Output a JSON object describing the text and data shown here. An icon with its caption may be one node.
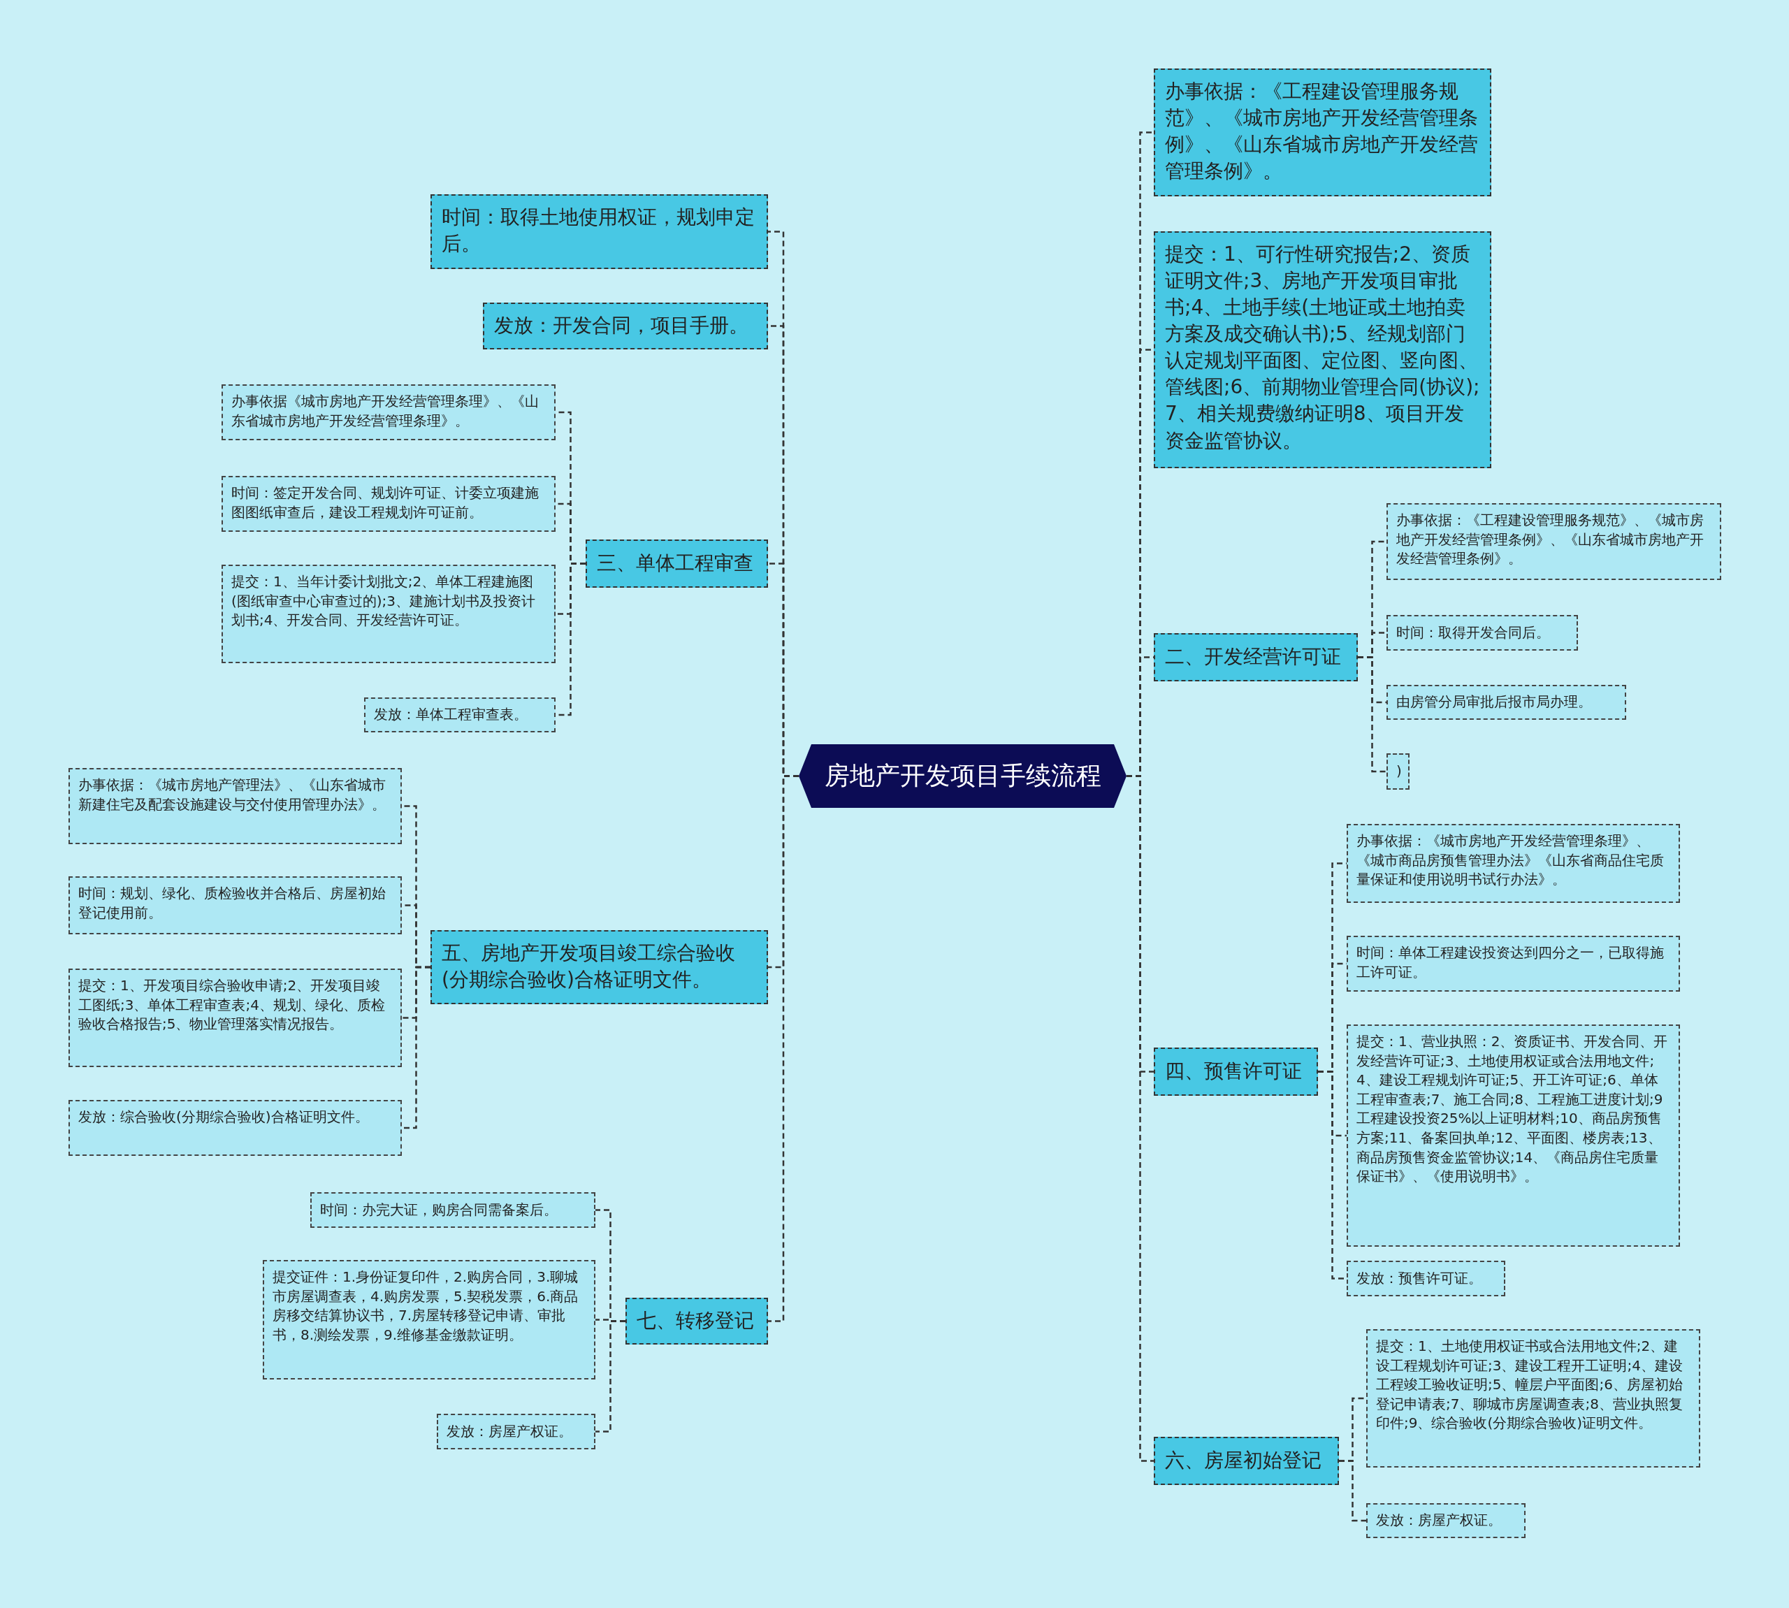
{
  "diagram": {
    "nodes": [
      {
        "text": [
          "房地产开发项目手续流程"
        ]
      },
      {
        "text": [
          "时间：取得土地使用权证，规划申定后。"
        ]
      },
      {
        "text": [
          "发放：开发合同，项目手册。"
        ]
      },
      {
        "text": [
          "三、单体工程审查"
        ]
      },
      {
        "text": [
          "办事依据《城市房地产开发经营管理条理》、《山东省城市房地产开发经营管理条理》。"
        ]
      },
      {
        "text": [
          "时间：签定开发合同、规划许可证、计委立项建施图图纸审查后，建设工程规划许可证前。"
        ]
      },
      {
        "text": [
          "提交：1、当年计委计划批文;2、单体工程建施图(图纸审查中心审查过的);3、建施计划书及投资计划书;4、开发合同、开发经营许可证。"
        ]
      },
      {
        "text": [
          "发放：单体工程审查表。"
        ]
      },
      {
        "text": [
          "五、房地产开发项目竣工综合验收(分期综合验收)合格证明文件。"
        ]
      },
      {
        "text": [
          "办事依据：《城市房地产管理法》、《山东省城市新建住宅及配套设施建设与交付使用管理办法》。"
        ]
      },
      {
        "text": [
          "时间：规划、绿化、质检验收并合格后、房屋初始登记使用前。"
        ]
      },
      {
        "text": [
          "提交：1、开发项目综合验收申请;2、开发项目竣工图纸;3、单体工程审查表;4、规划、绿化、质检验收合格报告;5、物业管理落实情况报告。"
        ]
      },
      {
        "text": [
          "发放：综合验收(分期综合验收)合格证明文件。"
        ]
      },
      {
        "text": [
          "七、转移登记"
        ]
      },
      {
        "text": [
          "时间：办完大证，购房合同需备案后。"
        ]
      },
      {
        "text": [
          "提交证件：1.身份证复印件，2.购房合同，3.聊城市房屋调查表，4.购房发票，5.契税发票，6.商品房移交结算协议书，7.房屋转移登记申请、审批书，8.测绘发票，9.维修基金缴款证明。"
        ]
      },
      {
        "text": [
          "发放：房屋产权证。"
        ]
      },
      {
        "text": [
          "办事依据：《工程建设管理服务规范》、《城市房地产开发经营管理条例》、《山东省城市房地产开发经营管理条例》。"
        ]
      },
      {
        "text": [
          "提交：1、可行性研究报告;2、资质证明文件;3、房地产开发项目审批书;4、土地手续(土地证或土地拍卖方案及成交确认书);5、经规划部门认定规划平面图、定位图、竖向图、管线图;6、前期物业管理合同(协议);7、相关规费缴纳证明8、项目开发资金监管协议。"
        ]
      },
      {
        "text": [
          "二、开发经营许可证"
        ]
      },
      {
        "text": [
          "办事依据：《工程建设管理服务规范》、《城市房地产开发经营管理条例》、《山东省城市房地产开发经营管理条例》。"
        ]
      },
      {
        "text": [
          "时间：取得开发合同后。"
        ]
      },
      {
        "text": [
          "由房管分局审批后报市局办理。"
        ]
      },
      {
        "text": [
          ")"
        ]
      },
      {
        "text": [
          "四、预售许可证"
        ]
      },
      {
        "text": [
          "办事依据：《城市房地产开发经营管理条理》、《城市商品房预售管理办法》《山东省商品住宅质量保证和使用说明书试行办法》。"
        ]
      },
      {
        "text": [
          "时间：单体工程建设投资达到四分之一，已取得施工许可证。"
        ]
      },
      {
        "text": [
          "提交：1、营业执照：2、资质证书、开发合同、开发经营许可证;3、土地使用权证或合法用地文件;4、建设工程规划许可证;5、开工许可证;6、单体工程审查表;7、施工合同;8、工程施工进度计划;9工程建设投资25%以上证明材料;10、商品房预售方案;11、备案回执单;12、平面图、楼房表;13、商品房预售资金监管协议;14、《商品房住宅质量保证书》、《使用说明书》。"
        ]
      },
      {
        "text": [
          "发放：预售许可证。"
        ]
      },
      {
        "text": [
          "六、房屋初始登记"
        ]
      },
      {
        "text": [
          "提交：1、土地使用权证书或合法用地文件;2、建设工程规划许可证;3、建设工程开工证明;4、建设工程竣工验收证明;5、幢层户平面图;6、房屋初始登记申请表;7、聊城市房屋调查表;8、营业执照复印件;9、综合验收(分期综合验收)证明文件。"
        ]
      },
      {
        "text": [
          "发放：房屋产权证。"
        ]
      }
    ],
    "edges": [
      {
        "from": 0,
        "to": 1,
        "arrow": "none"
      },
      {
        "from": 0,
        "to": 2,
        "arrow": "none"
      },
      {
        "from": 0,
        "to": 3,
        "arrow": "none"
      },
      {
        "from": 3,
        "to": 4,
        "arrow": "none"
      },
      {
        "from": 3,
        "to": 5,
        "arrow": "none"
      },
      {
        "from": 3,
        "to": 6,
        "arrow": "none"
      },
      {
        "from": 3,
        "to": 7,
        "arrow": "none"
      },
      {
        "from": 0,
        "to": 8,
        "arrow": "none"
      },
      {
        "from": 8,
        "to": 9,
        "arrow": "none"
      },
      {
        "from": 8,
        "to": 10,
        "arrow": "none"
      },
      {
        "from": 8,
        "to": 11,
        "arrow": "none"
      },
      {
        "from": 8,
        "to": 12,
        "arrow": "none"
      },
      {
        "from": 0,
        "to": 13,
        "arrow": "none"
      },
      {
        "from": 13,
        "to": 14,
        "arrow": "none"
      },
      {
        "from": 13,
        "to": 15,
        "arrow": "none"
      },
      {
        "from": 13,
        "to": 16,
        "arrow": "none"
      },
      {
        "from": 0,
        "to": 17,
        "arrow": "none"
      },
      {
        "from": 0,
        "to": 18,
        "arrow": "none"
      },
      {
        "from": 0,
        "to": 19,
        "arrow": "none"
      },
      {
        "from": 19,
        "to": 20,
        "arrow": "none"
      },
      {
        "from": 19,
        "to": 21,
        "arrow": "none"
      },
      {
        "from": 19,
        "to": 22,
        "arrow": "none"
      },
      {
        "from": 19,
        "to": 23,
        "arrow": "none"
      },
      {
        "from": 0,
        "to": 24,
        "arrow": "none"
      },
      {
        "from": 24,
        "to": 25,
        "arrow": "none"
      },
      {
        "from": 24,
        "to": 26,
        "arrow": "none"
      },
      {
        "from": 24,
        "to": 27,
        "arrow": "none"
      },
      {
        "from": 24,
        "to": 28,
        "arrow": "none"
      },
      {
        "from": 0,
        "to": 29,
        "arrow": "none"
      },
      {
        "from": 29,
        "to": 30,
        "arrow": "none"
      },
      {
        "from": 29,
        "to": 31,
        "arrow": "none"
      }
    ]
  }
}
